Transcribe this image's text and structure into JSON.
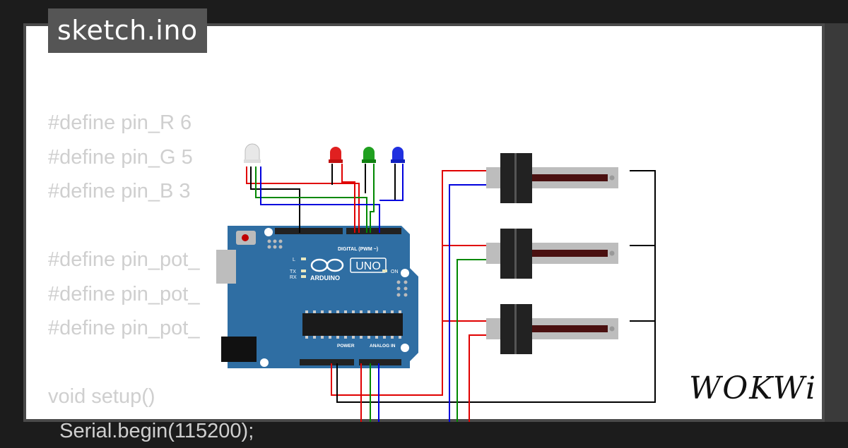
{
  "title": "sketch.ino",
  "code_lines": [
    "#define pin_R 6",
    "#define pin_G 5",
    "#define pin_B 3",
    "",
    "#define pin_pot_",
    "#define pin_pot_",
    "#define pin_pot_",
    "",
    "void setup()",
    "  Serial.begin(115200);"
  ],
  "board": {
    "model_label": "UNO",
    "brand_label": "ARDUINO",
    "digital_label": "DIGITAL (PWM ~)",
    "power_label": "POWER",
    "analog_label": "ANALOG IN",
    "on_label": "ON",
    "tx_label": "TX",
    "rx_label": "RX",
    "l_label": "L"
  },
  "logo": "WOKWi",
  "colors": {
    "wire_red": "#e00000",
    "wire_green": "#008800",
    "wire_blue": "#0000dd",
    "wire_black": "#000000",
    "board_blue": "#2f6ea3"
  }
}
